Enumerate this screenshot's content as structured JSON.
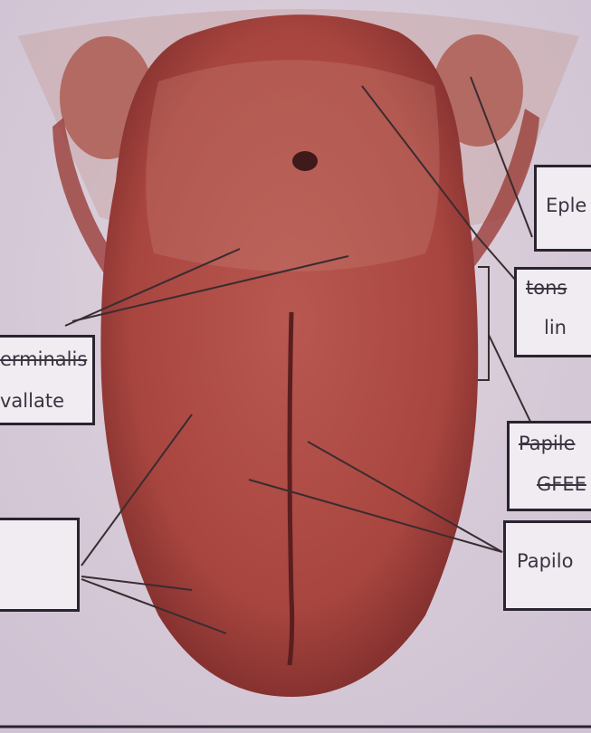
{
  "diagram": {
    "subject": "tongue",
    "colors": {
      "background": "#d9cedb",
      "tongue": "#a8453f",
      "tongue_dark": "#7a2b2a",
      "tongue_light": "#c87a70",
      "line": "#3a2c30",
      "box_border": "#2a2430",
      "box_fill": "#f1ecf2"
    },
    "labels": [
      {
        "id": "epiglottis",
        "lines": [
          {
            "text": "Eple",
            "struck": false
          }
        ]
      },
      {
        "id": "tonsil",
        "lines": [
          {
            "text": "tons",
            "struck": true
          },
          {
            "text": "lin",
            "struck": false
          }
        ]
      },
      {
        "id": "terminalis",
        "lines": [
          {
            "text": "erminalis",
            "struck": true
          },
          {
            "text": "vallate",
            "struck": false
          }
        ]
      },
      {
        "id": "papillae-1",
        "lines": [
          {
            "text": "Papile",
            "struck": true
          },
          {
            "text": "GFEE",
            "struck": true
          }
        ]
      },
      {
        "id": "papillae-2",
        "lines": [
          {
            "text": "Papilo",
            "struck": false
          }
        ]
      },
      {
        "id": "blank",
        "lines": []
      }
    ]
  }
}
